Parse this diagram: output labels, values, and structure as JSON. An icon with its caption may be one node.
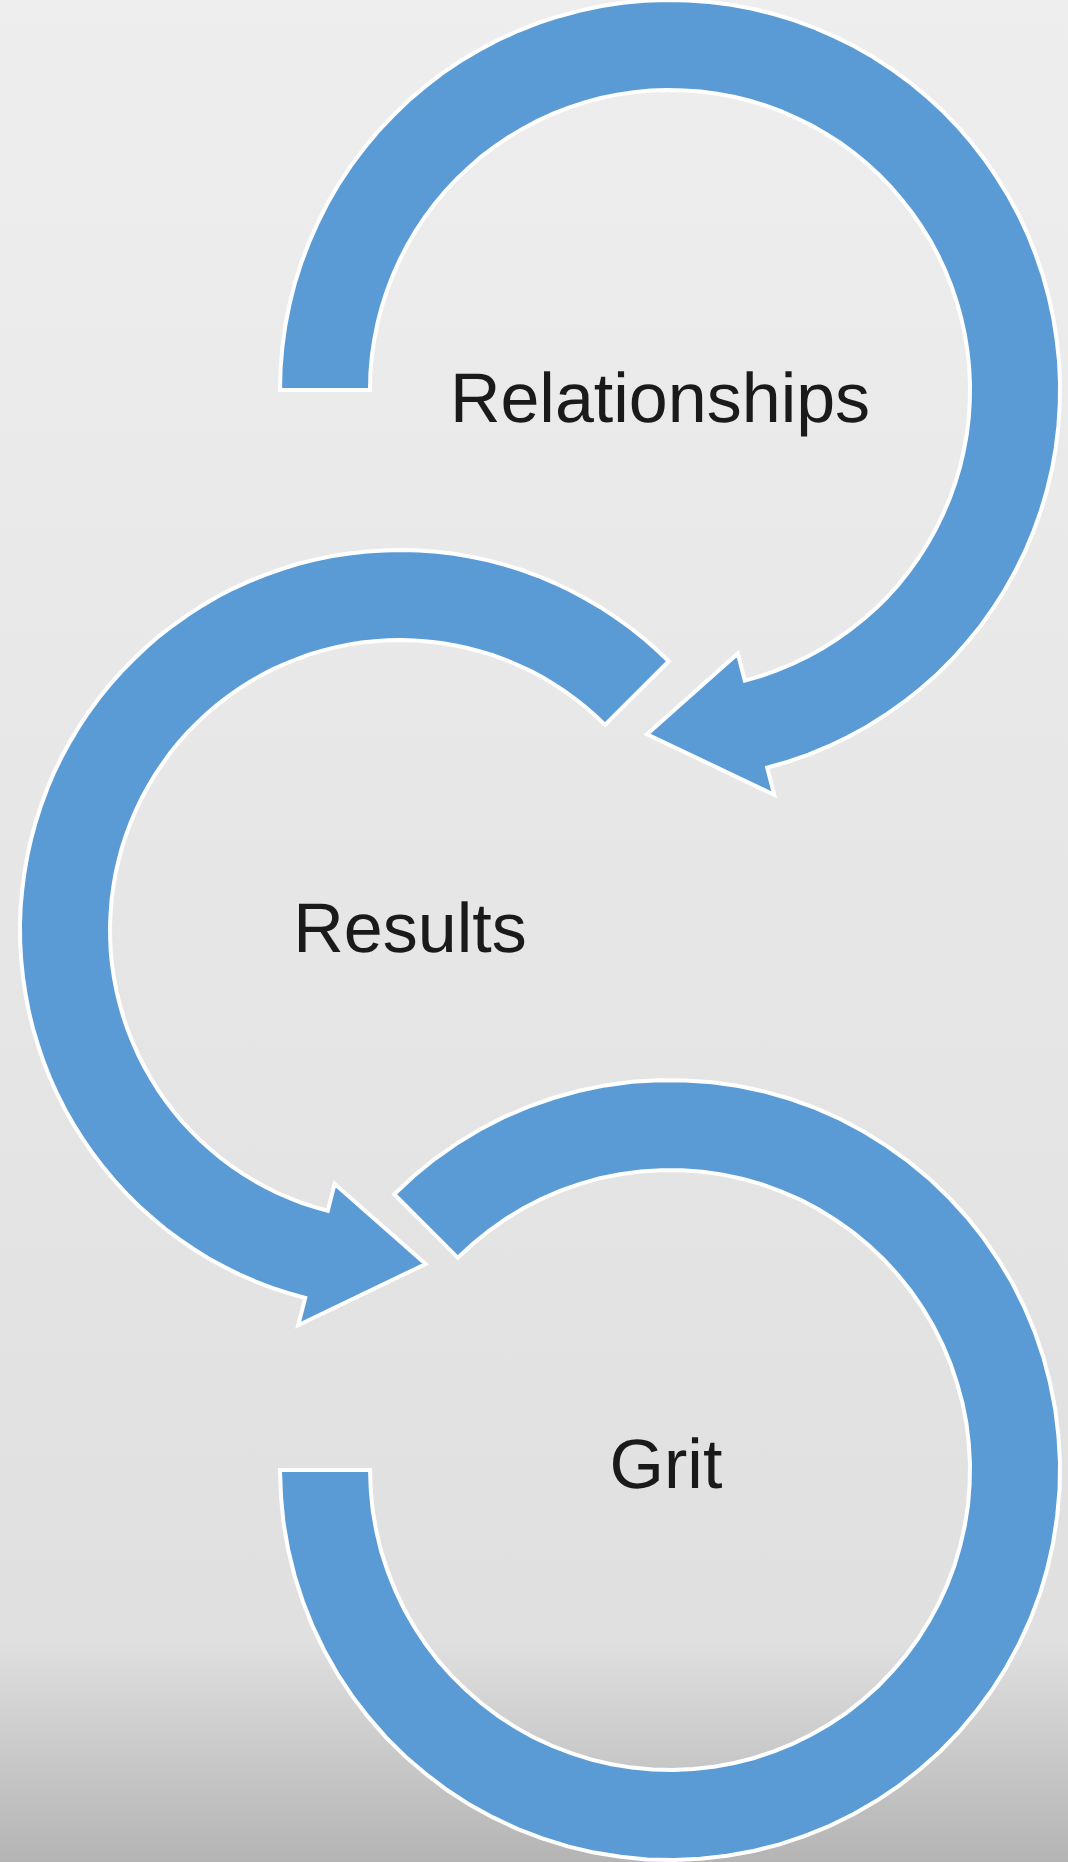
{
  "diagram": {
    "nodes": [
      {
        "text": [
          "Relationships"
        ]
      },
      {
        "text": [
          "Results"
        ]
      },
      {
        "text": [
          "Grit"
        ]
      }
    ],
    "edges": [
      {
        "from": 0,
        "to": 1,
        "arrow": "to"
      },
      {
        "from": 1,
        "to": 2,
        "arrow": "to"
      }
    ]
  }
}
